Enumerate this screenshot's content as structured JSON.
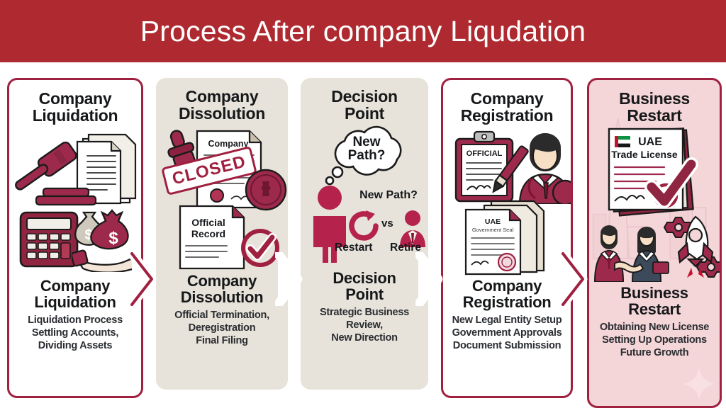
{
  "header": {
    "title": "Process After company Liqudation",
    "background_color": "#AE2A30",
    "text_color": "#FFFFFF"
  },
  "theme": {
    "accent_red": "#AE2A30",
    "deep_maroon": "#A02040",
    "panel_beige": "#E7E3DA",
    "panel_pink": "#F4D5D8",
    "panel_white": "#FFFFFF",
    "text_dark": "#16181A"
  },
  "steps": [
    {
      "id": "company-liquidation",
      "title": "Company\nLiquidation",
      "title_line1": "Company",
      "title_line2": "Liquidation",
      "subtitle_line1": "Company",
      "subtitle_line2": "Liquidation",
      "desc_line1": "Liquidation Process",
      "desc_line2": "Settling Accounts,",
      "desc_line3": "Dividing Assets",
      "background": "#FFFFFF",
      "bordered": true,
      "icons": [
        "gavel-document-icon",
        "calculator-icon",
        "uae-flag-icon",
        "money-bag-in-hand-icon"
      ]
    },
    {
      "id": "company-dissolution",
      "title_line1": "Company",
      "title_line2": "Dissolution",
      "subtitle_line1": "Company",
      "subtitle_line2": "Dissolution",
      "desc_line1": "Official Termination,",
      "desc_line2": "Deregistration",
      "desc_line3": "Final Filing",
      "background": "#E7E3DA",
      "bordered": false,
      "icons": [
        "rubber-stamp-icon",
        "company-document-icon",
        "closed-stamp-icon",
        "wax-seal-icon",
        "official-record-document-icon",
        "check-circle-icon"
      ],
      "art_labels": {
        "document_heading": "Company",
        "stamp_text": "CLOSED",
        "record_line1": "Official",
        "record_line2": "Record"
      }
    },
    {
      "id": "decision-point",
      "title_line1": "Decision",
      "title_line2": "Point",
      "subtitle_line1": "Decision",
      "subtitle_line2": "Point",
      "desc_line1": "Strategic Business",
      "desc_line2": "Review,",
      "desc_line3": "New Direction",
      "background": "#E7E3DA",
      "bordered": false,
      "icons": [
        "thought-bubble-icon",
        "person-icon",
        "restart-arrow-icon",
        "retire-person-icon"
      ],
      "art_labels": {
        "bubble_line1": "New",
        "bubble_line2": "Path?",
        "question": "New Path?",
        "option_restart": "Restart",
        "option_vs": "vs",
        "option_retire": "Retire"
      }
    },
    {
      "id": "company-registration",
      "title_line1": "Company",
      "title_line2": "Registration",
      "subtitle_line1": "Company",
      "subtitle_line2": "Registration",
      "desc_line1": "New Legal Entity Setup",
      "desc_line2": "Government Approvals",
      "desc_line3": "Document Submission",
      "background": "#FFFFFF",
      "bordered": true,
      "icons": [
        "clipboard-icon",
        "pen-icon",
        "signature-icon",
        "businessman-icon",
        "document-stack-icon",
        "government-seal-icon"
      ],
      "art_labels": {
        "clipboard_label": "OFFICIAL",
        "doc_line1": "UAE",
        "doc_line2": "Government Seal"
      }
    },
    {
      "id": "business-restart",
      "title_line1": "Business",
      "title_line2": "Restart",
      "subtitle_line1": "Business",
      "subtitle_line2": "Restart",
      "desc_line1": "Obtaining New License",
      "desc_line2": "Setting Up Operations",
      "desc_line3": "Future Growth",
      "background": "#F4D5D8",
      "bordered": true,
      "icons": [
        "uae-flag-icon",
        "trade-license-document-icon",
        "checkmark-icon",
        "check-seal-icon",
        "handshake-icon",
        "rocket-icon",
        "gear-icon",
        "skyline-icon",
        "sparkle-icon"
      ],
      "art_labels": {
        "license_line1": "UAE",
        "license_line2": "Trade License"
      }
    }
  ],
  "connectors": [
    {
      "id": "connector-1",
      "type": "chevron-arrow"
    },
    {
      "id": "connector-2",
      "type": "chevron-arrow"
    },
    {
      "id": "connector-3",
      "type": "chevron-arrow"
    },
    {
      "id": "connector-4",
      "type": "chevron-arrow"
    }
  ]
}
